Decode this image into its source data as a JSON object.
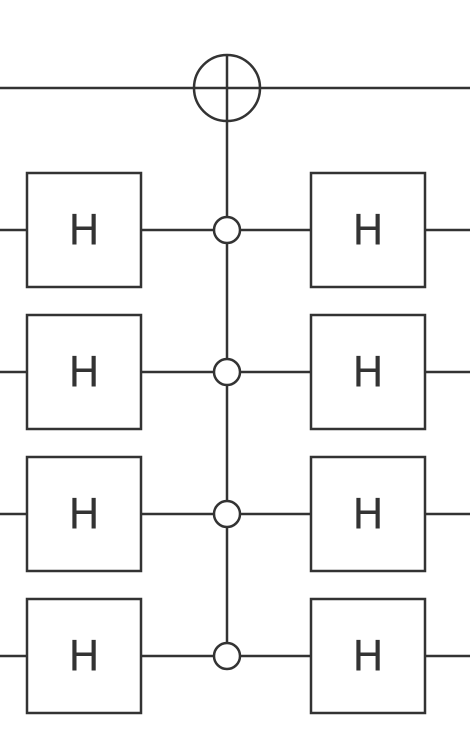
{
  "circuit": {
    "target_gate": "X",
    "target_control": "open",
    "h_gate_label": "H",
    "rows": [
      {
        "kind": "target"
      },
      {
        "kind": "control",
        "left_gate": "H",
        "right_gate": "H"
      },
      {
        "kind": "control",
        "left_gate": "H",
        "right_gate": "H"
      },
      {
        "kind": "control",
        "left_gate": "H",
        "right_gate": "H"
      },
      {
        "kind": "control",
        "left_gate": "H",
        "right_gate": "H"
      }
    ],
    "colors": {
      "stroke": "#333333",
      "background": "#ffffff"
    }
  }
}
